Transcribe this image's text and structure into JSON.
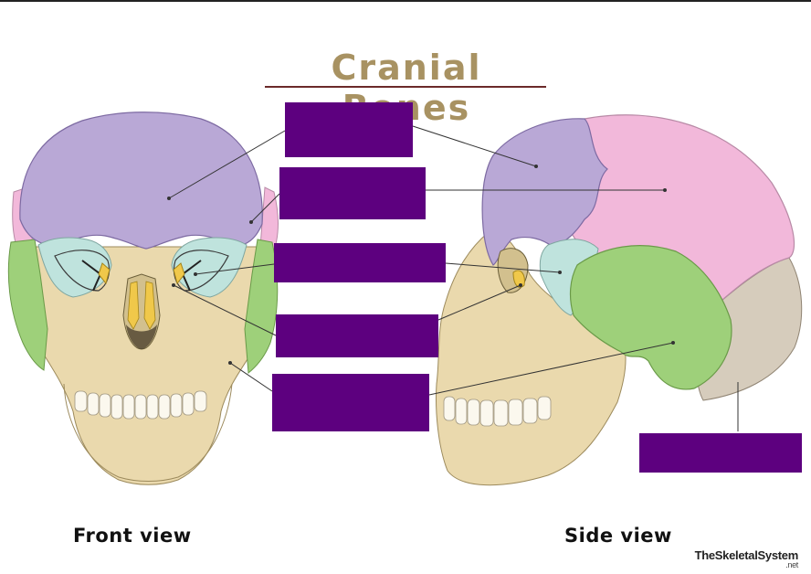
{
  "title": "Cranial Bones",
  "captions": {
    "front": "Front view",
    "side": "Side view"
  },
  "brand": {
    "name": "TheSkeletalSystem",
    "suffix": ".net"
  },
  "colors": {
    "frontal": "#b9a8d6",
    "parietal": "#f2b8da",
    "temporal": "#9ed07a",
    "sphenoid": "#bfe3dd",
    "ethmoid": "#f0c84a",
    "occipital": "#d6ccbc",
    "facial": "#ead9ad",
    "label_box": "#5d007f",
    "title": "#a89262"
  }
}
